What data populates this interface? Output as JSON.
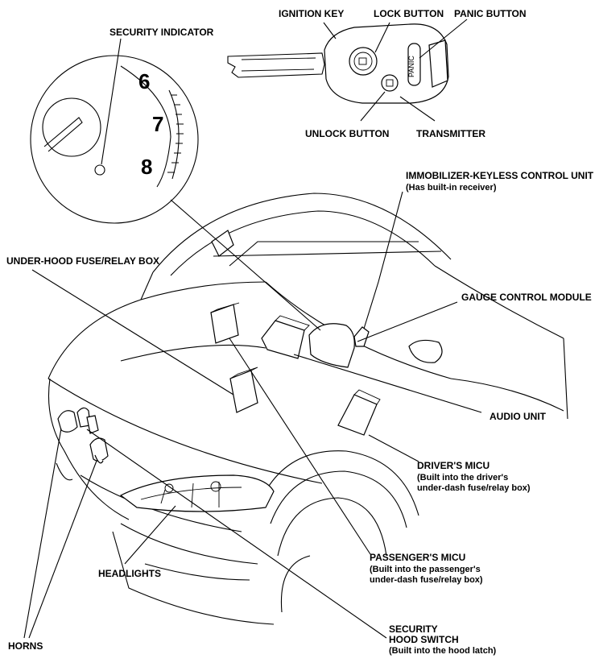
{
  "labels": {
    "ignition_key": "IGNITION KEY",
    "lock_button": "LOCK BUTTON",
    "panic_button": "PANIC BUTTON",
    "unlock_button": "UNLOCK BUTTON",
    "transmitter": "TRANSMITTER",
    "security_indicator": "SECURITY INDICATOR",
    "immobilizer_unit": "IMMOBILIZER-KEYLESS CONTROL UNIT",
    "immobilizer_note": "(Has built-in receiver)",
    "under_hood_fuse_box": "UNDER-HOOD FUSE/RELAY BOX",
    "gauge_control_module": "GAUGE CONTROL MODULE",
    "audio_unit": "AUDIO UNIT",
    "drivers_micu": "DRIVER'S MICU",
    "drivers_micu_note_1": "(Built into the driver's",
    "drivers_micu_note_2": "under-dash fuse/relay box)",
    "passengers_micu": "PASSENGER'S MICU",
    "passengers_micu_note_1": "(Built into the passenger's",
    "passengers_micu_note_2": "under-dash fuse/relay box)",
    "headlights": "HEADLIGHTS",
    "security_hood_switch_1": "SECURITY",
    "security_hood_switch_2": "HOOD SWITCH",
    "security_hood_switch_note": "(Built into the hood latch)",
    "horns": "HORNS"
  },
  "gauge": {
    "numbers": [
      "6",
      "7",
      "8"
    ]
  },
  "transmitter": {
    "panic_text": "PANIC"
  }
}
